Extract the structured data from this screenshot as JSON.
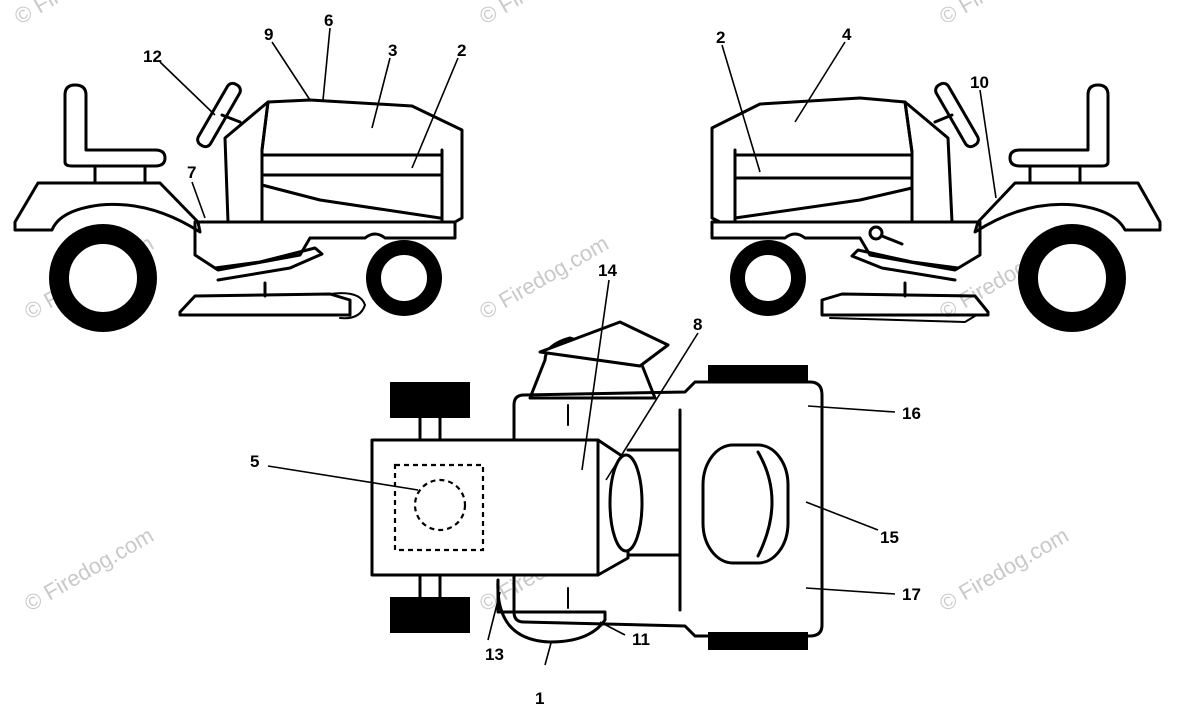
{
  "watermark": "© Firedog.com",
  "callouts": {
    "c1": "1",
    "c2a": "2",
    "c2b": "2",
    "c3": "3",
    "c4": "4",
    "c5": "5",
    "c6": "6",
    "c7": "7",
    "c8": "8",
    "c9": "9",
    "c10": "10",
    "c11": "11",
    "c12": "12",
    "c13": "13",
    "c14": "14",
    "c15": "15",
    "c16": "16",
    "c17": "17"
  },
  "colors": {
    "line": "#000000",
    "background": "#ffffff",
    "watermark": "#c9c9c9"
  }
}
